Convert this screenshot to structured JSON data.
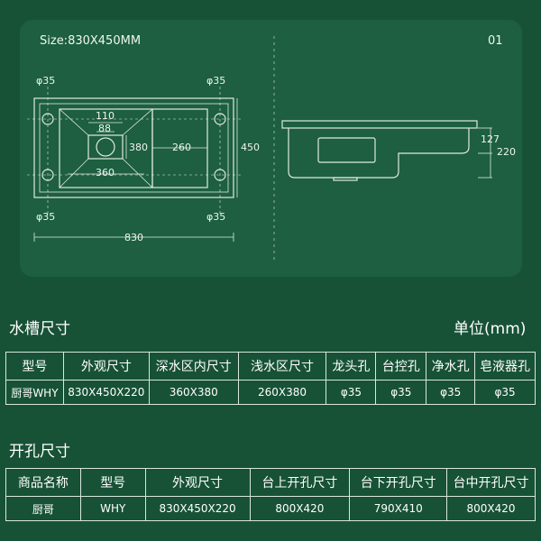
{
  "drawing": {
    "size_label": "Size:830X450MM",
    "page_number": "01",
    "dims": {
      "tap_hole_tl": "φ35",
      "tap_hole_tr": "φ35",
      "tap_hole_bl": "φ35",
      "tap_hole_br": "φ35",
      "drain_outer": "110",
      "drain_inner": "88",
      "deep_height": "380",
      "shallow_width": "260",
      "deep_width": "360",
      "total_height": "450",
      "total_width": "830",
      "side_depth_1": "127",
      "side_depth_2": "220"
    }
  },
  "sink_size": {
    "title": "水槽尺寸",
    "unit": "单位(mm)",
    "headers": [
      "型号",
      "外观尺寸",
      "深水区内尺寸",
      "浅水区尺寸",
      "龙头孔",
      "台控孔",
      "净水孔",
      "皂液器孔"
    ],
    "rows": [
      [
        "厨哥WHY",
        "830X450X220",
        "360X380",
        "260X380",
        "φ35",
        "φ35",
        "φ35",
        "φ35"
      ]
    ]
  },
  "cutout_size": {
    "title": "开孔尺寸",
    "headers": [
      "商品名称",
      "型号",
      "外观尺寸",
      "台上开孔尺寸",
      "台下开孔尺寸",
      "台中开孔尺寸"
    ],
    "rows": [
      [
        "厨哥",
        "WHY",
        "830X450X220",
        "800X420",
        "790X410",
        "800X420"
      ]
    ]
  },
  "colors": {
    "background": "#175236",
    "panel": "#1d5f40",
    "line": "#dfe9e3"
  }
}
